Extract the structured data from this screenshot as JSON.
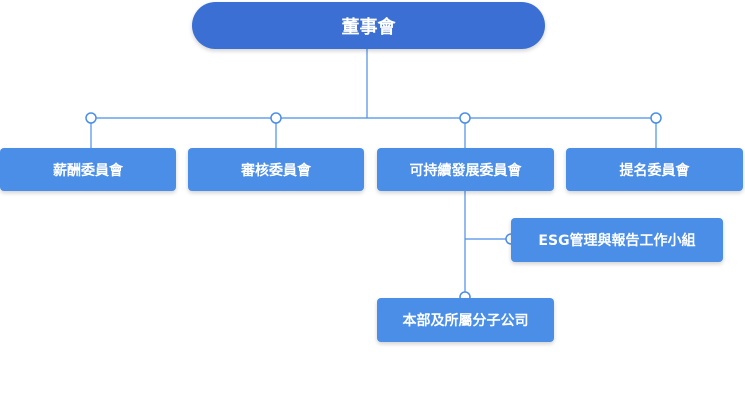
{
  "org_chart": {
    "root": "董事會",
    "committees": [
      "薪酬委員會",
      "審核委員會",
      "可持續發展委員會",
      "提名委員會"
    ],
    "sub_units": {
      "esg_group": "ESG管理與報告工作小組",
      "subsidiaries": "本部及所屬分子公司"
    }
  },
  "colors": {
    "root_fill": "#3b6fd3",
    "node_fill": "#4a8ee8",
    "connector": "#4a8ee8",
    "text": "#ffffff"
  }
}
